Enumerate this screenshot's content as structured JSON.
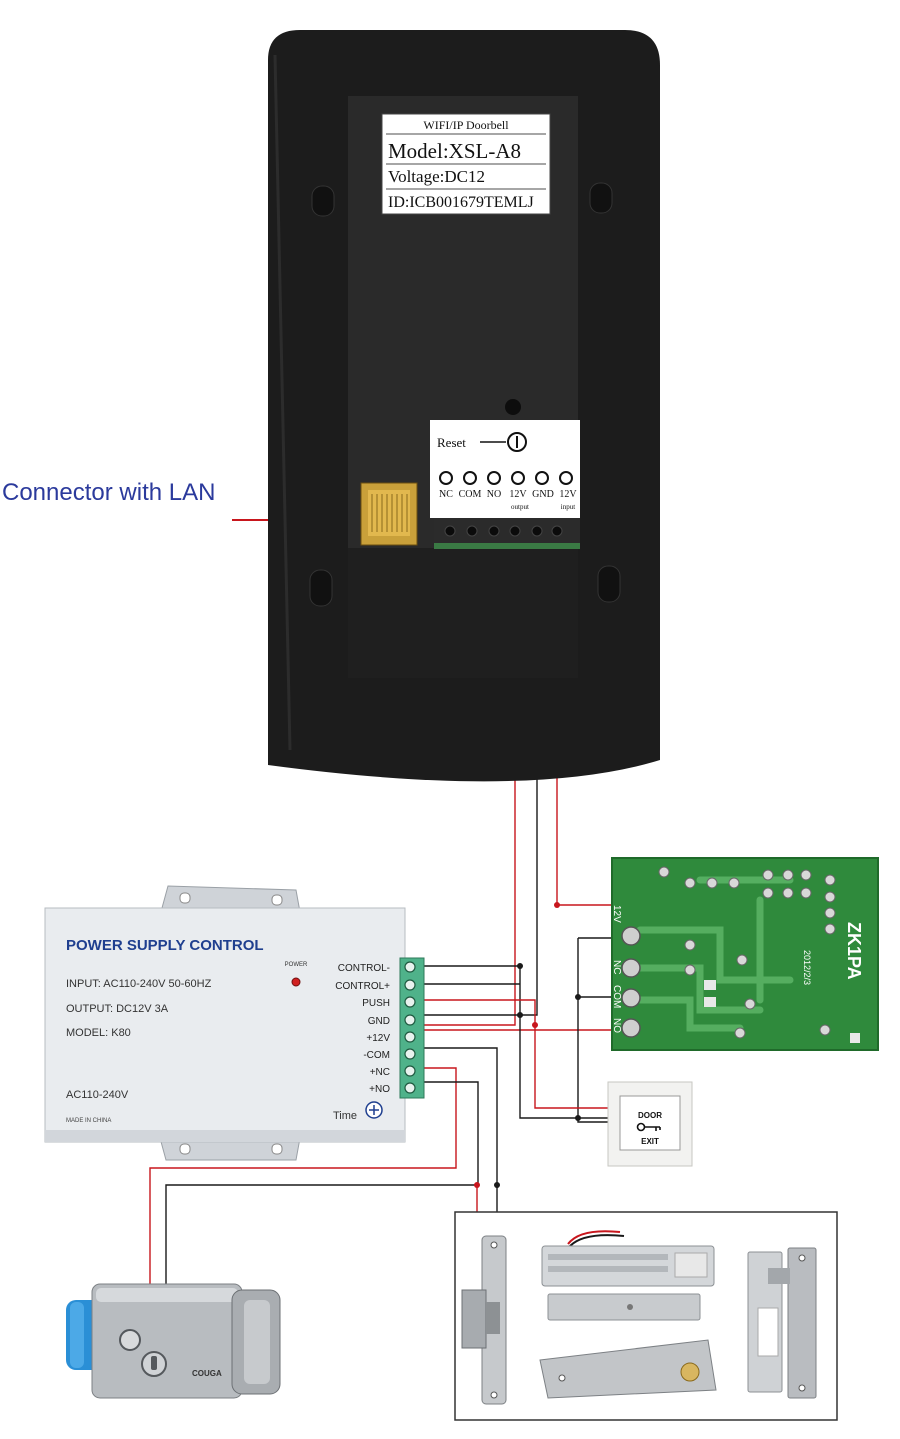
{
  "doorbell": {
    "label_header": "WIFI/IP Doorbell",
    "model": "Model:XSL-A8",
    "voltage": "Voltage:DC12",
    "id": "ID:ICB001679TEMLJ",
    "reset_label": "Reset",
    "terminals": [
      "NC",
      "COM",
      "NO",
      "12V",
      "GND",
      "12V"
    ],
    "terminal_sublabels": [
      "output",
      "input"
    ]
  },
  "callout": {
    "lan_connector": "Connector with LAN"
  },
  "power_supply": {
    "title": "POWER SUPPLY CONTROL",
    "input": "INPUT: AC110-240V 50-60HZ",
    "output": "OUTPUT: DC12V 3A",
    "model": "MODEL: K80",
    "power_led_label": "POWER",
    "ac_label": "AC110-240V",
    "made_in": "MADE IN CHINA",
    "time_label": "Time",
    "terminals": [
      "CONTROL-",
      "CONTROL+",
      "PUSH",
      "GND",
      "+12V",
      "-COM",
      "+NC",
      "+NO"
    ]
  },
  "relay_board": {
    "name": "ZK1PA",
    "date": "2012/2/3",
    "pins": [
      "12V",
      "NC",
      "COM",
      "NO"
    ]
  },
  "exit_button": {
    "line1": "DOOR",
    "line2": "EXIT"
  },
  "electric_lock": {
    "brand": "COUGA"
  },
  "colors": {
    "wire_red": "#c8161d",
    "wire_black": "#1a1a1a",
    "pcb_green": "#2f8a3c",
    "callout_blue": "#2b3a9c",
    "device_black": "#1c1c1c",
    "psu_body": "#e9ecef",
    "psu_title": "#1f3f8f"
  }
}
